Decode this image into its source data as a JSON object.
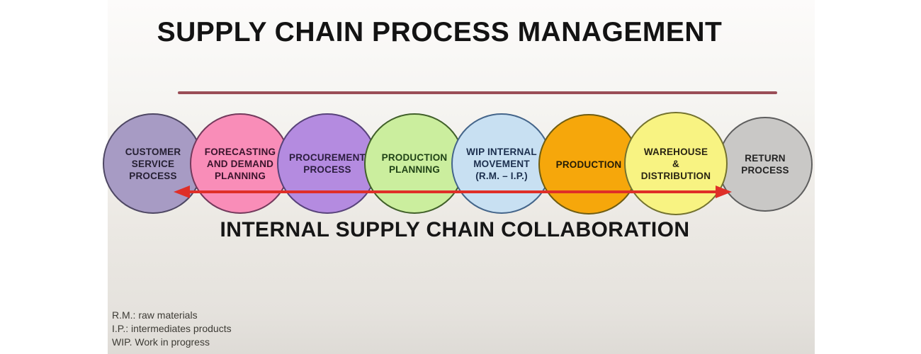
{
  "slide": {
    "title": "SUPPLY CHAIN PROCESS MANAGEMENT",
    "subtitle": "INTERNAL SUPPLY CHAIN COLLABORATION",
    "divider_color": "#9a4e57",
    "arrow_color": "#df2f28"
  },
  "stages": [
    {
      "name": "customer-service-process",
      "lines": [
        "CUSTOMER",
        "SERVICE",
        "PROCESS"
      ],
      "fill": "#a79bc4",
      "border": "#4e4763",
      "text_color": "#262033"
    },
    {
      "name": "forecasting-and-demand-planning",
      "lines": [
        "FORECASTING",
        "AND DEMAND",
        "PLANNING"
      ],
      "fill": "#f98db8",
      "border": "#733a5c",
      "text_color": "#3a142c"
    },
    {
      "name": "procurement-process",
      "lines": [
        "PROCUREMENT",
        "PROCESS"
      ],
      "fill": "#b48be0",
      "border": "#58437a",
      "text_color": "#2b1d3e"
    },
    {
      "name": "production-planning",
      "lines": [
        "PRODUCTION",
        "PLANNING"
      ],
      "fill": "#cbee9e",
      "border": "#41602a",
      "text_color": "#1f4216"
    },
    {
      "name": "wip-internal-movement",
      "lines": [
        "WIP INTERNAL",
        "MOVEMENT",
        "(R.M. – I.P.)"
      ],
      "fill": "#c8e0f2",
      "border": "#44658a",
      "text_color": "#1c2f4e"
    },
    {
      "name": "production",
      "lines": [
        "PRODUCTION"
      ],
      "fill": "#f6a70b",
      "border": "#6f5d12",
      "text_color": "#241c06"
    },
    {
      "name": "warehouse-distribution",
      "lines": [
        "WAREHOUSE",
        "&",
        "DISTRIBUTION"
      ],
      "fill": "#f8f382",
      "border": "#73722f",
      "text_color": "#2a2513"
    },
    {
      "name": "return-process",
      "lines": [
        "RETURN",
        "PROCESS"
      ],
      "fill": "#c9c8c6",
      "border": "#5e5e5e",
      "text_color": "#242424"
    }
  ],
  "legend": {
    "lines": [
      "R.M.: raw materials",
      "I.P.: intermediates products",
      "WIP. Work in progress"
    ]
  }
}
